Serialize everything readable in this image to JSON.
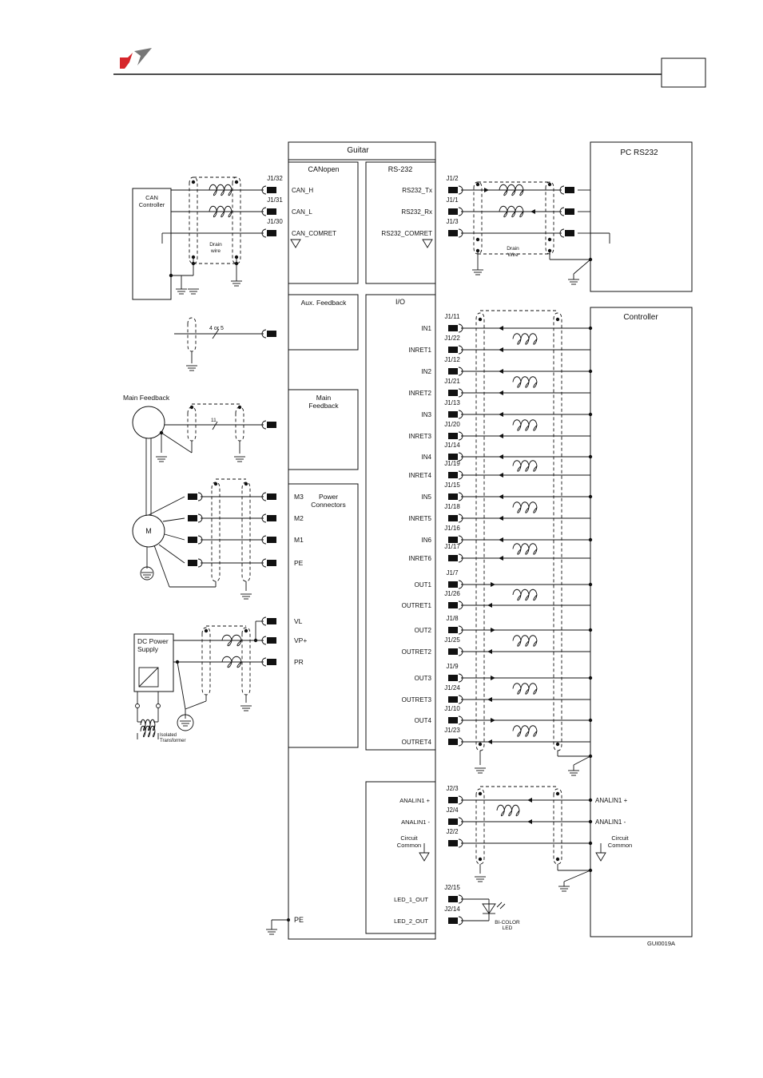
{
  "header": {
    "brand_colors": {
      "red": "#d6262b",
      "gray": "#777777"
    },
    "page_box_text": ""
  },
  "guitar": {
    "title": "Guitar",
    "canopen": "CANopen",
    "rs232": "RS-232",
    "aux_feedback": "Aux. Feedback",
    "io": "I/O",
    "main_feedback": [
      "Main",
      "Feedback"
    ],
    "power_connectors": [
      "Power",
      "Connectors"
    ],
    "pe": "PE"
  },
  "pc": {
    "title": "PC RS232",
    "drain": [
      "Drain",
      "Wire"
    ]
  },
  "can_ctrl": {
    "title": [
      "CAN",
      "Controller"
    ],
    "drain": [
      "Drain",
      "wire"
    ]
  },
  "can_pins": [
    {
      "pin": "J1/32",
      "signal": "CAN_H"
    },
    {
      "pin": "J1/31",
      "signal": "CAN_L"
    },
    {
      "pin": "J1/30",
      "signal": "CAN_COMRET"
    }
  ],
  "rs232_pins": [
    {
      "pin": "J1/2",
      "signal": "RS232_Tx"
    },
    {
      "pin": "J1/1",
      "signal": "RS232_Rx"
    },
    {
      "pin": "J1/3",
      "signal": "RS232_COMRET"
    }
  ],
  "aux": {
    "wires": "4 or 5"
  },
  "main_fb": {
    "title": "Main Feedback",
    "wires": "11"
  },
  "motor": {
    "label": "M"
  },
  "power_pins": [
    "M3",
    "M2",
    "M1",
    "PE"
  ],
  "dc": {
    "title": [
      "DC Power",
      "Supply"
    ],
    "transformer": [
      "Isolated",
      "Transformer"
    ]
  },
  "dc_pins": [
    "VL",
    "VP+",
    "PR"
  ],
  "controller": {
    "title": "Controller"
  },
  "io_pins": [
    {
      "pin": "J1/11",
      "signal": "IN1"
    },
    {
      "pin": "J1/22",
      "signal": "INRET1"
    },
    {
      "pin": "J1/12",
      "signal": "IN2"
    },
    {
      "pin": "J1/21",
      "signal": "INRET2"
    },
    {
      "pin": "J1/13",
      "signal": "IN3"
    },
    {
      "pin": "J1/20",
      "signal": "INRET3"
    },
    {
      "pin": "J1/14",
      "signal": "IN4"
    },
    {
      "pin": "J1/19",
      "signal": "INRET4"
    },
    {
      "pin": "J1/15",
      "signal": "IN5"
    },
    {
      "pin": "J1/18",
      "signal": "INRET5"
    },
    {
      "pin": "J1/16",
      "signal": "IN6"
    },
    {
      "pin": "J1/17",
      "signal": "INRET6"
    },
    {
      "pin": "J1/7",
      "signal": "OUT1"
    },
    {
      "pin": "J1/26",
      "signal": "OUTRET1"
    },
    {
      "pin": "J1/8",
      "signal": "OUT2"
    },
    {
      "pin": "J1/25",
      "signal": "OUTRET2"
    },
    {
      "pin": "J1/9",
      "signal": "OUT3"
    },
    {
      "pin": "J1/24",
      "signal": "OUTRET3"
    },
    {
      "pin": "J1/10",
      "signal": "OUT4"
    },
    {
      "pin": "J1/23",
      "signal": "OUTRET4"
    }
  ],
  "analog_pins": [
    {
      "pin": "J2/3",
      "signal": "ANALIN1 +",
      "ctrl": "ANALIN1 +"
    },
    {
      "pin": "J2/4",
      "signal": "ANALIN1 -",
      "ctrl": "ANALIN1 -"
    },
    {
      "pin": "J2/2",
      "signal": [
        "Circuit",
        "Common"
      ],
      "ctrl": [
        "Circuit",
        "Common"
      ]
    }
  ],
  "led_pins": [
    {
      "pin": "J2/15",
      "signal": "LED_1_OUT"
    },
    {
      "pin": "J2/14",
      "signal": "LED_2_OUT"
    }
  ],
  "led": [
    "BI-COLOR",
    "LED"
  ],
  "figure_id": "GUI0019A"
}
